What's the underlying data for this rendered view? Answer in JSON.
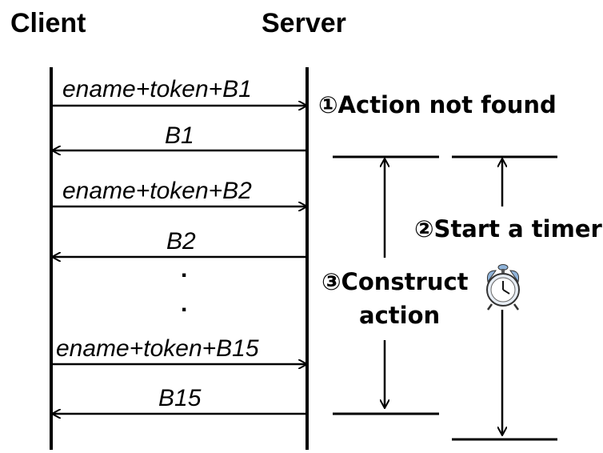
{
  "headers": {
    "client": "Client",
    "server": "Server"
  },
  "messages": {
    "req1": "ename+token+B1",
    "resp1": "B1",
    "req2": "ename+token+B2",
    "resp2": "B2",
    "req15": "ename+token+B15",
    "resp15": "B15"
  },
  "ellipsis": {
    "dot1": ".",
    "dot2": "."
  },
  "annotations": {
    "step1": "①Action not found",
    "step2": "②Start a timer",
    "step3_line1": "③Construct",
    "step3_line2": "action"
  },
  "icons": {
    "timer": "alarm-clock-icon"
  },
  "colors": {
    "line": "#000000",
    "clock_face": "#ffffff",
    "clock_bells": "#8fb3d9"
  }
}
